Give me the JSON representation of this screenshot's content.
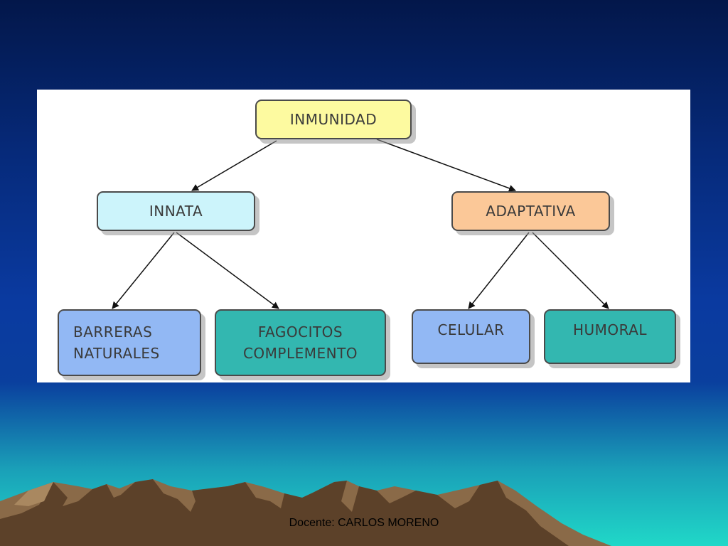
{
  "diagram": {
    "root": {
      "label": "INMUNIDAD"
    },
    "branches": [
      {
        "label": "INNATA",
        "children": [
          {
            "lines": [
              "BARRERAS",
              "NATURALES"
            ]
          },
          {
            "lines": [
              "FAGOCITOS",
              "COMPLEMENTO"
            ]
          }
        ]
      },
      {
        "label": "ADAPTATIVA",
        "children": [
          {
            "lines": [
              "CELULAR"
            ]
          },
          {
            "lines": [
              "HUMORAL"
            ]
          }
        ]
      }
    ],
    "colors": {
      "root": "#fdfaa0",
      "innata": "#ccf4fb",
      "adaptativa": "#fbc898",
      "blue_leaf": "#92b8f4",
      "teal_leaf": "#33b7b0"
    }
  },
  "footer": {
    "text": "Docente: CARLOS MORENO"
  }
}
